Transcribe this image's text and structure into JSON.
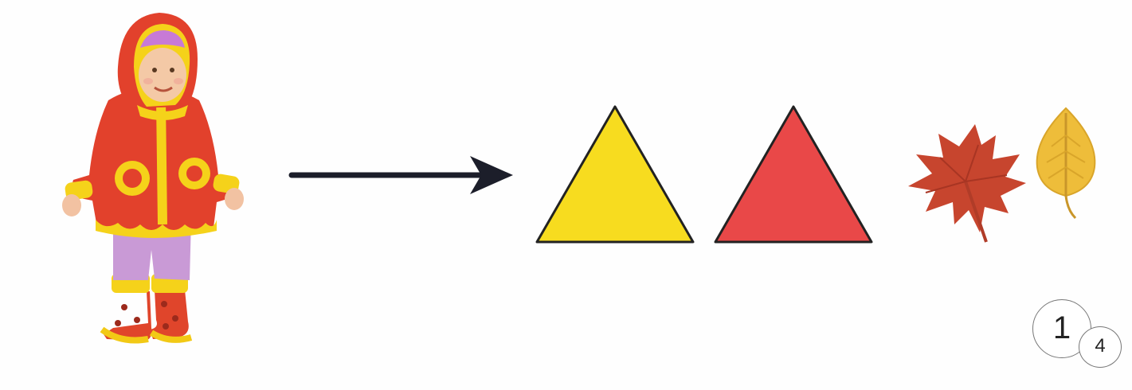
{
  "page": {
    "number_main": "1",
    "number_sub": "4"
  },
  "colors": {
    "triangle_yellow": "#f7dc1f",
    "triangle_red": "#e94848",
    "arrow": "#1c1e2a",
    "coat_red": "#e2412c",
    "coat_trim": "#f5d21a",
    "pants_lilac": "#c99ad6",
    "maple_leaf": "#c7452e",
    "birch_leaf": "#eebd3a"
  },
  "icons": {
    "child": "child-in-red-coat-illustration",
    "arrow": "right-arrow-icon",
    "triangle_1": "yellow-triangle-shape",
    "triangle_2": "red-triangle-shape",
    "leaf_1": "red-maple-leaf-icon",
    "leaf_2": "yellow-birch-leaf-icon"
  }
}
